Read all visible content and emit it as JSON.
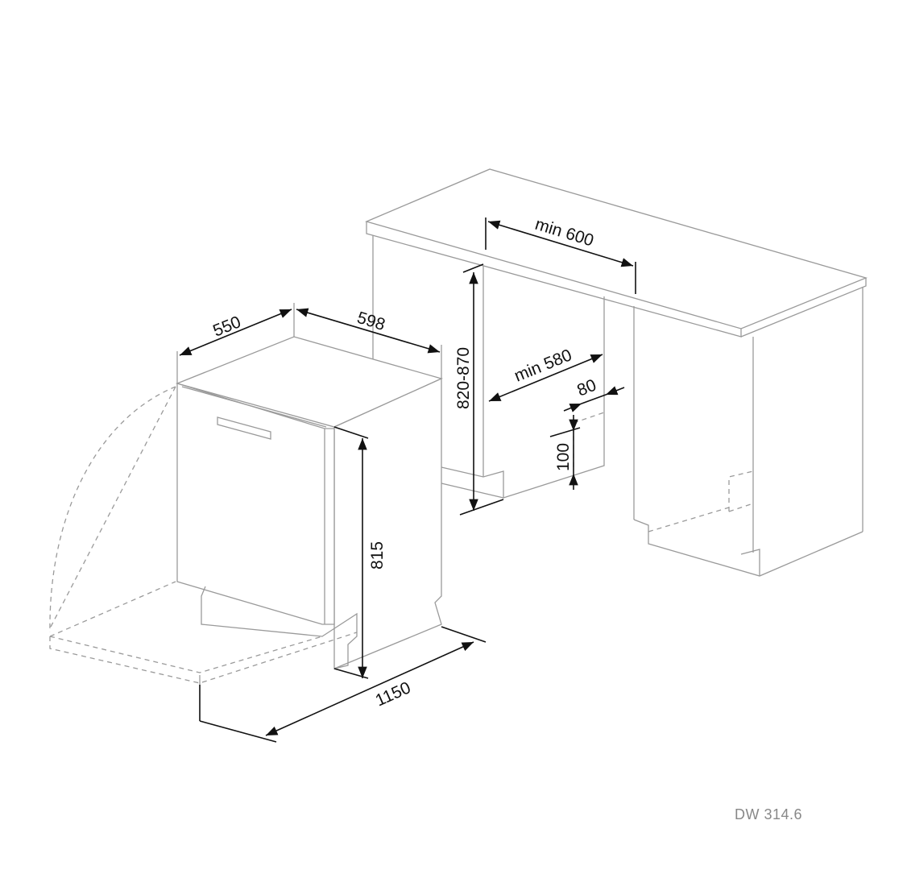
{
  "dimensions": {
    "depth": "550",
    "width": "598",
    "height": "815",
    "door_open_depth": "1150",
    "niche_width": "min 600",
    "niche_depth": "min 580",
    "niche_height": "820-870",
    "plinth_depth": "80",
    "plinth_height": "100"
  },
  "model_label": "DW 314.6"
}
